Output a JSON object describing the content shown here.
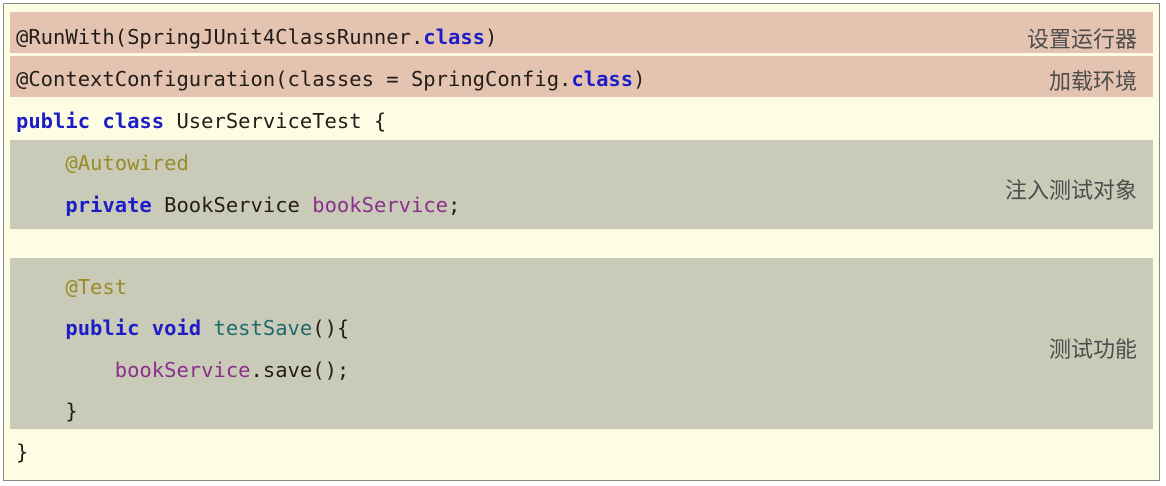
{
  "panel": {
    "background_color": "#fdfde3",
    "border_color": "#8a8a78",
    "highlight_pink": "#e4c4b1",
    "highlight_grey": "#c9cbb8"
  },
  "code": {
    "language": "java",
    "lines": [
      {
        "id": "run-with",
        "tokens": [
          {
            "text": "@RunWith(SpringJUnit4ClassRunner.",
            "type": "plain"
          },
          {
            "text": "class",
            "type": "keyword"
          },
          {
            "text": ")",
            "type": "plain"
          }
        ]
      },
      {
        "id": "context-configuration",
        "tokens": [
          {
            "text": "@ContextConfiguration(classes = SpringConfig.",
            "type": "plain"
          },
          {
            "text": "class",
            "type": "keyword"
          },
          {
            "text": ")",
            "type": "plain"
          }
        ]
      },
      {
        "id": "class-declaration",
        "tokens": [
          {
            "text": "public class",
            "type": "keyword"
          },
          {
            "text": " UserServiceTest {",
            "type": "plain"
          }
        ]
      },
      {
        "id": "autowired-annotation",
        "tokens": [
          {
            "text": "    @Autowired",
            "type": "annotation"
          }
        ]
      },
      {
        "id": "field-declaration",
        "tokens": [
          {
            "text": "    ",
            "type": "plain"
          },
          {
            "text": "private",
            "type": "keyword"
          },
          {
            "text": " BookService ",
            "type": "plain"
          },
          {
            "text": "bookService",
            "type": "field"
          },
          {
            "text": ";",
            "type": "plain"
          }
        ]
      },
      {
        "id": "test-annotation",
        "tokens": [
          {
            "text": "    @Test",
            "type": "annotation"
          }
        ]
      },
      {
        "id": "method-declaration",
        "tokens": [
          {
            "text": "    ",
            "type": "plain"
          },
          {
            "text": "public void",
            "type": "keyword"
          },
          {
            "text": " ",
            "type": "plain"
          },
          {
            "text": "testSave",
            "type": "method"
          },
          {
            "text": "(){",
            "type": "plain"
          }
        ]
      },
      {
        "id": "method-call",
        "tokens": [
          {
            "text": "        ",
            "type": "plain"
          },
          {
            "text": "bookService",
            "type": "field"
          },
          {
            "text": ".save();",
            "type": "plain"
          }
        ]
      },
      {
        "id": "method-close-brace",
        "tokens": [
          {
            "text": "    }",
            "type": "plain"
          }
        ]
      },
      {
        "id": "class-close-brace",
        "tokens": [
          {
            "text": "}",
            "type": "plain"
          }
        ]
      }
    ],
    "line_text": {
      "run_with_prefix": "@RunWith(SpringJUnit4ClassRunner.",
      "run_with_keyword": "class",
      "run_with_suffix": ")",
      "context_prefix": "@ContextConfiguration(classes = SpringConfig.",
      "context_keyword": "class",
      "context_suffix": ")",
      "class_keyword": "public class",
      "class_name": " UserServiceTest {",
      "autowired": "    @Autowired",
      "field_indent": "    ",
      "field_keyword": "private",
      "field_type": " BookService ",
      "field_name": "bookService",
      "field_semicolon": ";",
      "test_annotation": "    @Test",
      "method_indent": "    ",
      "method_keyword": "public void",
      "method_space": " ",
      "method_name": "testSave",
      "method_suffix": "(){",
      "call_indent": "        ",
      "call_object": "bookService",
      "call_rest": ".save();",
      "method_close": "    }",
      "class_close": "}"
    }
  },
  "annotations": {
    "run_with_note": "设置运行器",
    "context_note": "加载环境",
    "autowired_note": "注入测试对象",
    "test_note": "测试功能"
  },
  "colors": {
    "keyword": "#1d1dc8",
    "field": "#8b2f8b",
    "method": "#1e6a6d",
    "annotation": "#9a8b2a",
    "plain_text": "#221d18",
    "note_text": "#4d4d4d"
  }
}
